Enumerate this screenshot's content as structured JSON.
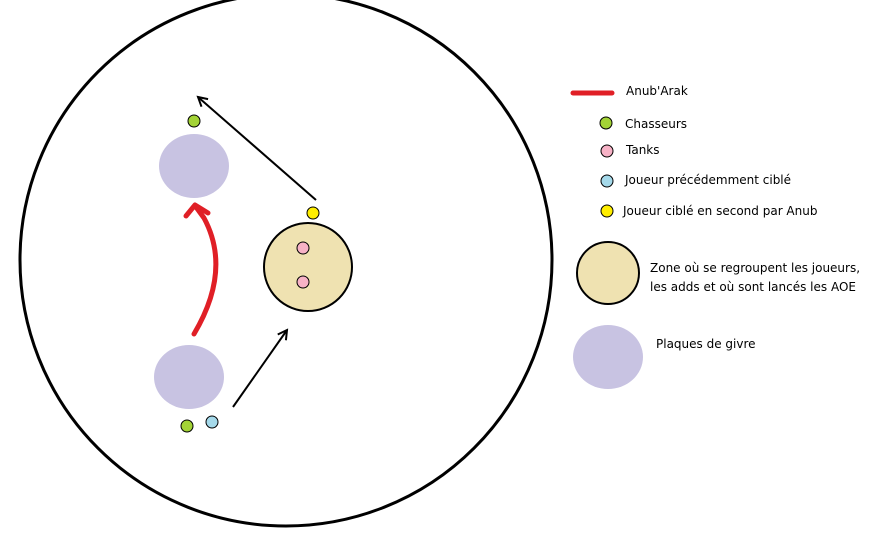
{
  "colors": {
    "outline": "#000000",
    "anubarak": "#e01f26",
    "chasseurs": "#a3d336",
    "tanks": "#f7b2c6",
    "joueur_precedent": "#a5d9ea",
    "joueur_second": "#ffee00",
    "zone": "#efe2b1",
    "plaques": "#c8c3e2"
  },
  "legend": {
    "anubarak": "Anub'Arak",
    "chasseurs": "Chasseurs",
    "tanks": "Tanks",
    "joueur_precedent": "Joueur précédemment ciblé",
    "joueur_second": "Joueur ciblé en second par Anub",
    "zone_line1": "Zone où se regroupent les joueurs,",
    "zone_line2": "les adds et où sont lancés les AOE",
    "plaques": "Plaques de givre"
  }
}
